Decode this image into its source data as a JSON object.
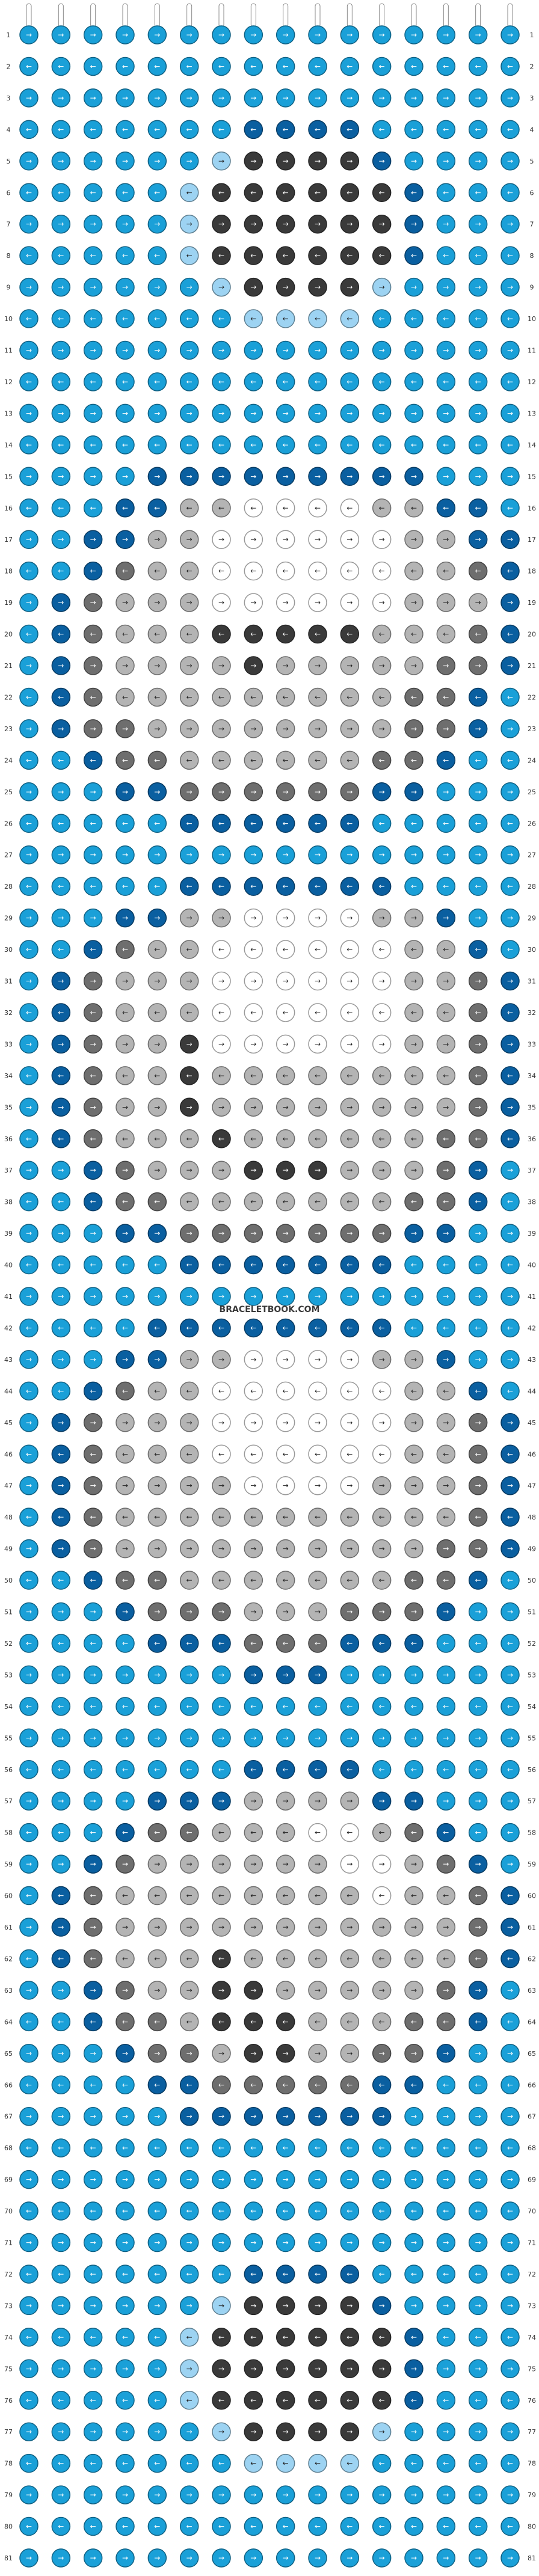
{
  "pattern": {
    "type": "alpha",
    "rows": 81,
    "columns": 16,
    "strings": 16,
    "watermark": "BRACELETBOOK.COM",
    "colors": {
      "A": "#1aa0d8",
      "B": "#0a5fa0",
      "C": "#3a3a3a",
      "D": "#6e6e6e",
      "E": "#b4b4b4",
      "F": "#ffffff",
      "G": "#9dd3f2"
    },
    "grid": [
      "AAAAAAAAAAAAAAAA",
      "AAAAAAAAAAAAAAAA",
      "AAAAAAAAAAAAAAAA",
      "AAAAAAABBBBAAAAA",
      "AAAAAAGCCCCBAAAA",
      "AAAAAGCCCCCCBAAA",
      "AAAAAGCCCCCCBAAA",
      "AAAAAGCCCCCCBAAA",
      "AAAAAAGCCCCGAAAA",
      "AAAAAAAGGGGAAAAA",
      "AAAAAAAAAAAAAAAA",
      "AAAAAAAAAAAAAAAA",
      "AAAAAAAAAAAAAAAA",
      "AAAAAAAAAAAAAAAA",
      "AAAABBBBBBBBBAAA",
      "AAABBEEFFFFEEBBA",
      "AABBEEFFFFFFEEBB",
      "AABDEEFFFFFFEEDB",
      "ABDEEEFFFFFFEEEB",
      "ABDEEECCCCCEEEDB",
      "ABDEEEECEEEEEDDB",
      "ABDEEEEEEEEEDDBA",
      "ABDDEEEEEEEEDDBA",
      "AABDDEEEEEEDDBAA",
      "AAABBDDDDDDBBAAA",
      "AAAAABBBBBBAAAAA",
      "AAAAAAAAAAAAAAAA",
      "AAAAABBBBBBBAAAA",
      "AAABBEEFFFFEEBAA",
      "AABDEEFFFFFFEEBA",
      "ABDEEEFFFFFFEEDB",
      "ABDEEEFFFFFFEEDB",
      "ABDEECFFFFFFEEDB",
      "ABDEECEEEEEEEEDB",
      "ABDEECEEEEEEEEDB",
      "ABDEEECEEEEEEDDB",
      "AABDEEECCCEEEDBA",
      "AABDDEEEEEEEDDBA",
      "AAABBDDDDDDDBBAA",
      "AAAAABBBBBBBAAAA",
      "AAAAAAAAAAAAAAAA",
      "AAAABBBBBBBBAAAA",
      "AAABBEEFFFFEEBAA",
      "AABDEEFFFFFFEEBA",
      "ABDEEEFFFFFFEEDB",
      "ABDEEEFFFFFFEEDB",
      "ABDEEEEFFFFEEEDB",
      "ABDEEEEEEEEEEEDB",
      "ABDEEEEEEEEEEDDB",
      "AABDDEEEEEEEDDBA",
      "AAABDDDEEEDDDBAA",
      "AAAABBBDDDBBBAAA",
      "AAAAAAABBBAAAAAA",
      "AAAAAAAAAAAAAAAA",
      "AAAAAAAAAAAAAAAA",
      "AAAAAAABBBBAAAAA",
      "AAAABBBEEEEBBAAA",
      "AAABDDEEEFFEDBAA",
      "AABDEEEEEEFFEDBA",
      "ABDEEEEEEEEFEEDB",
      "ABDEEEEEEEEEEEDB",
      "ABDEEECEEEEEEEDB",
      "AABDEECCEEEEEDBA",
      "AABDDECCCEEEDDBA",
      "AAABDDECCEEDDBAA",
      "AAAABBDDDDDBBAAA",
      "AAAAABBBBBBBAAAA",
      "AAAAAAAAAAAAAAAA",
      "AAAAAAAAAAAAAAAA",
      "AAAAAAAAAAAAAAAA",
      "AAAAAAAAAAAAAAAA",
      "AAAAAAABBBBAAAAA",
      "AAAAAAGCCCCBAAAA",
      "AAAAAGCCCCCCBAAA",
      "AAAAAGCCCCCCBAAA",
      "AAAAAGCCCCCCBAAA",
      "AAAAAAGCCCCGAAAA",
      "AAAAAAAGGGGAAAAA",
      "AAAAAAAAAAAAAAAA",
      "AAAAAAAAAAAAAAAA",
      "AAAAAAAAAAAAAAAA"
    ]
  }
}
